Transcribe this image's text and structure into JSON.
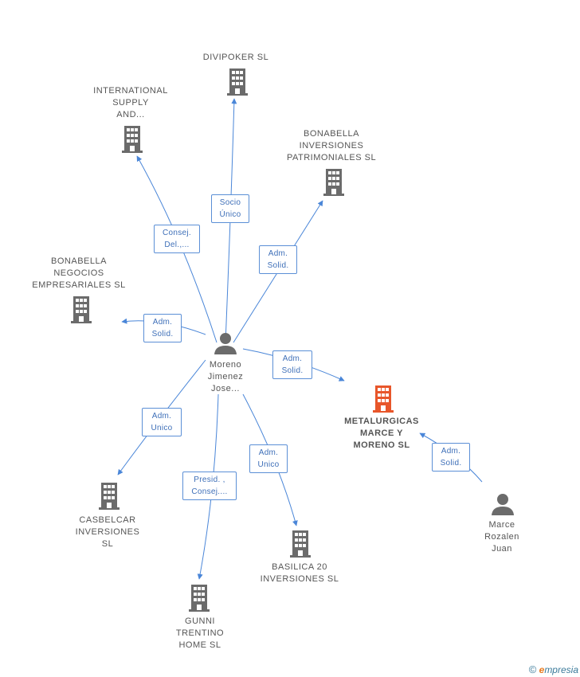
{
  "colors": {
    "edge": "#4a86d8",
    "building": "#6b6b6b",
    "building_main": "#e8562a",
    "person": "#6b6b6b"
  },
  "nodes": {
    "divipoker": "DIVIPOKER SL",
    "international": "INTERNATIONAL\nSUPPLY\nAND...",
    "bonabella_inv": "BONABELLA\nINVERSIONES\nPATRIMONIALES SL",
    "bonabella_neg": "BONABELLA\nNEGOCIOS\nEMPRESARIALES SL",
    "moreno": "Moreno\nJimenez\nJose...",
    "metalurgicas": "METALURGICAS\nMARCE Y\nMORENO  SL",
    "casbelcar": "CASBELCAR\nINVERSIONES\nSL",
    "basilica": "BASILICA 20\nINVERSIONES SL",
    "gunni": "GUNNI\nTRENTINO\nHOME SL",
    "marce": "Marce\nRozalen\nJuan"
  },
  "edges": {
    "socio_unico": "Socio\nÚnico",
    "consej_del": "Consej.\nDel.,...",
    "adm_solid_bonabella_inv": "Adm.\nSolid.",
    "adm_solid_bonabella_neg": "Adm.\nSolid.",
    "adm_solid_metalurgicas": "Adm.\nSolid.",
    "adm_unico_casbelcar": "Adm.\nUnico",
    "adm_unico_basilica": "Adm.\nUnico",
    "presid_consej": "Presid. ,\nConsej....",
    "adm_solid_marce": "Adm.\nSolid."
  },
  "watermark": {
    "symbol": "©",
    "brand_initial": "e",
    "brand_rest": "mpresia"
  }
}
